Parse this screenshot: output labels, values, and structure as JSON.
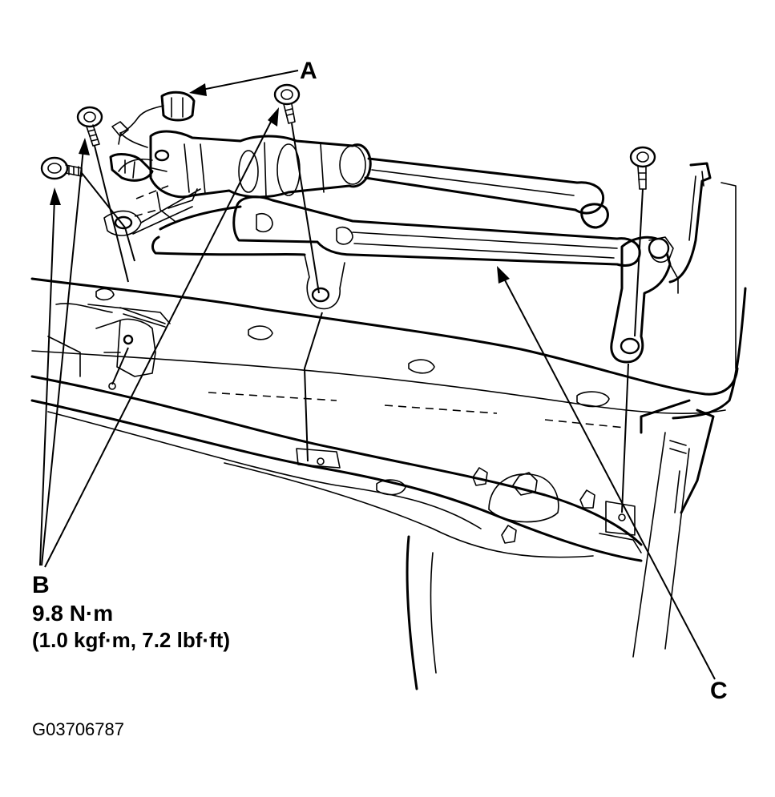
{
  "labels": {
    "a": "A",
    "b": "B",
    "c": "C"
  },
  "torque": {
    "line1": "9.8 N·m",
    "line2": "(1.0 kgf·m, 7.2 lbf·ft)"
  },
  "figure_id": "G03706787",
  "colors": {
    "ink": "#000000",
    "paper": "#ffffff"
  }
}
